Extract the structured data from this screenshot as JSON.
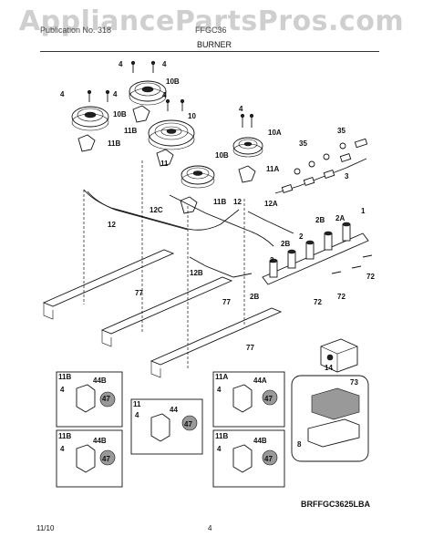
{
  "header": {
    "watermark": "AppliancePartsPros.com",
    "left_text": "Publication No. 318",
    "right_text": "FFGC36",
    "section_title": "BURNER"
  },
  "callouts": {
    "c4": "4",
    "c10b": "10B",
    "c10": "10",
    "c11b": "11B",
    "c10a": "10A",
    "c11": "11",
    "c11a": "11A",
    "c12": "12",
    "c12c": "12C",
    "c12a": "12A",
    "c12b": "12B",
    "c35": "35",
    "c3": "3",
    "c1": "1",
    "c2": "2",
    "c2a": "2A",
    "c2b": "2B",
    "c72": "72",
    "c77": "77",
    "c14": "14",
    "c73": "73",
    "c8": "8",
    "c44": "44",
    "c44a": "44A",
    "c44b": "44B",
    "c47": "47"
  },
  "diagram_code": "BRFFGC3625LBA",
  "footer": {
    "date": "11/10",
    "page": "4"
  }
}
